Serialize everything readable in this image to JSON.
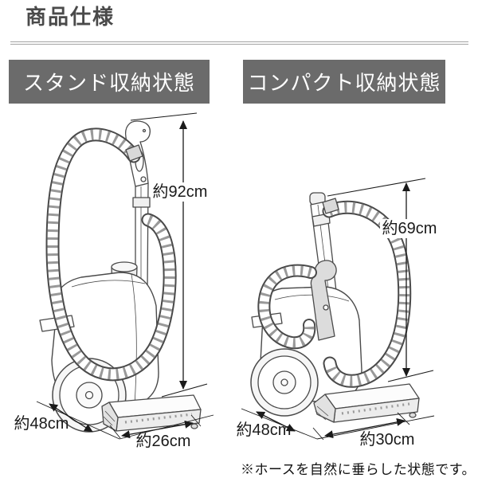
{
  "title": "商品仕様",
  "note": "※ホースを自然に垂らした状態です。",
  "colors": {
    "header_bg": "#6b6b6b",
    "header_text": "#ffffff",
    "line_art": "#4a4a4a",
    "dimension_text": "#1a1a1a",
    "rule": "#a3a3a3",
    "background": "#ffffff"
  },
  "panels": [
    {
      "header_label": "スタンド収納状態",
      "height_label": "約92cm",
      "depth_label": "約48cm",
      "width_label": "約26cm"
    },
    {
      "header_label": "コンパクト収納状態",
      "height_label": "約69cm",
      "depth_label": "約48cm",
      "width_label": "約30cm"
    }
  ]
}
